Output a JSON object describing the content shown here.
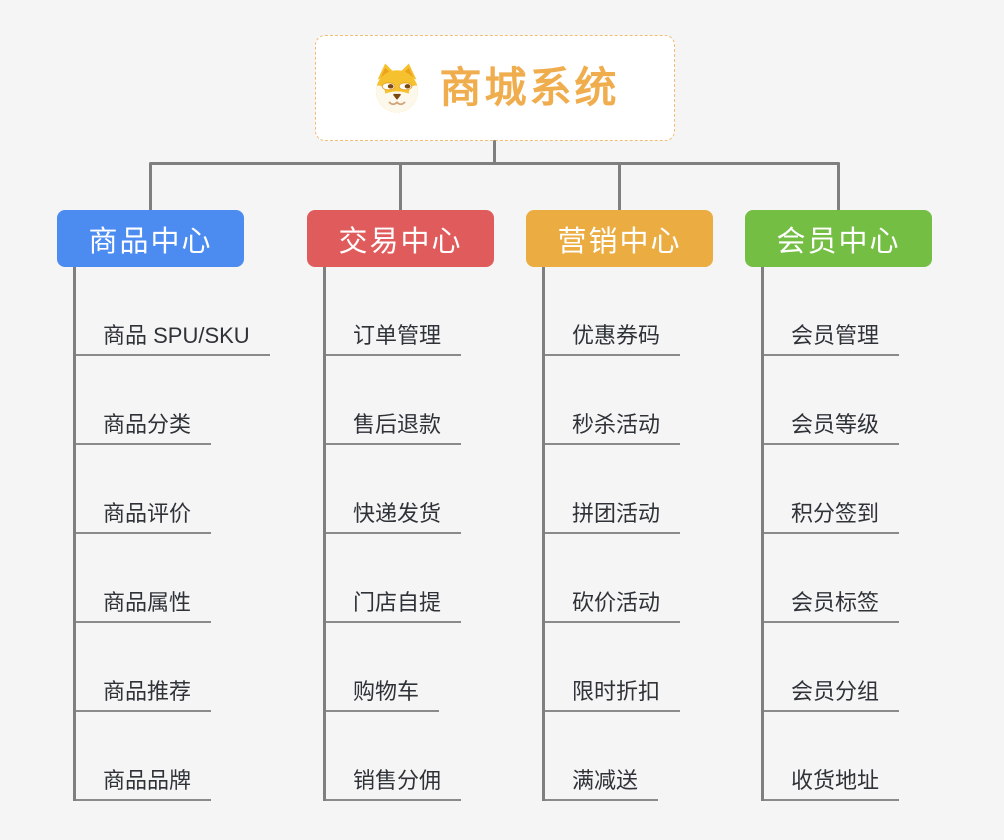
{
  "page": {
    "background_color": "#f5f5f6"
  },
  "root": {
    "title": "商城系统",
    "icon": "shiba-dog-icon",
    "title_color": "#f0ad4e",
    "border_color": "#f2bc74",
    "background_color": "#ffffff"
  },
  "connectors": {
    "line_color": "#7f7f7f",
    "underline_color": "#8a8a8a"
  },
  "branches": [
    {
      "label": "商品中心",
      "color": "#4c8bf0",
      "items": [
        "商品 SPU/SKU",
        "商品分类",
        "商品评价",
        "商品属性",
        "商品推荐",
        "商品品牌"
      ]
    },
    {
      "label": "交易中心",
      "color": "#e05c5c",
      "items": [
        "订单管理",
        "售后退款",
        "快递发货",
        "门店自提",
        "购物车",
        "销售分佣"
      ]
    },
    {
      "label": "营销中心",
      "color": "#ebad42",
      "items": [
        "优惠券码",
        "秒杀活动",
        "拼团活动",
        "砍价活动",
        "限时折扣",
        "满减送"
      ]
    },
    {
      "label": "会员中心",
      "color": "#74be44",
      "items": [
        "会员管理",
        "会员等级",
        "积分签到",
        "会员标签",
        "会员分组",
        "收货地址"
      ]
    }
  ]
}
